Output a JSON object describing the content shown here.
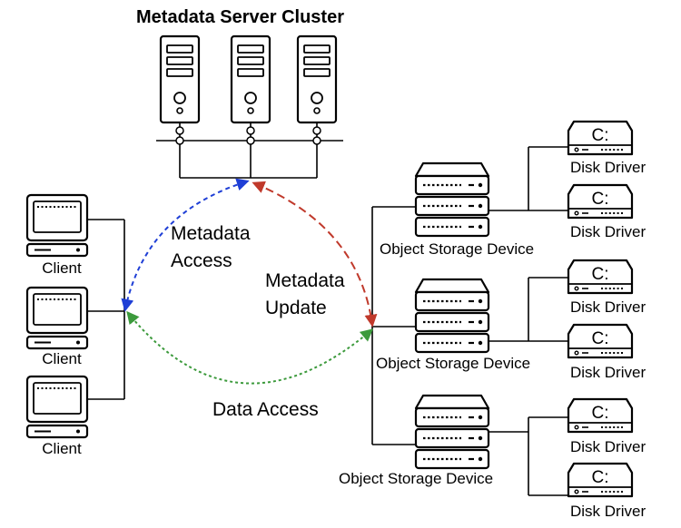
{
  "title": "Metadata Server Cluster",
  "clients": [
    "Client",
    "Client",
    "Client"
  ],
  "osds": [
    "Object Storage Device",
    "Object Storage Device",
    "Object Storage Device"
  ],
  "disks": [
    "Disk Driver",
    "Disk Driver",
    "Disk Driver",
    "Disk Driver",
    "Disk Driver",
    "Disk Driver"
  ],
  "disk_glyph": "C:",
  "edges": {
    "metadata_access": [
      "Metadata",
      "Access"
    ],
    "metadata_update": [
      "Metadata",
      "Update"
    ],
    "data_access": "Data Access"
  },
  "colors": {
    "metadata_access": "#1f3fd6",
    "metadata_update": "#c0392b",
    "data_access": "#3c9a3c"
  }
}
